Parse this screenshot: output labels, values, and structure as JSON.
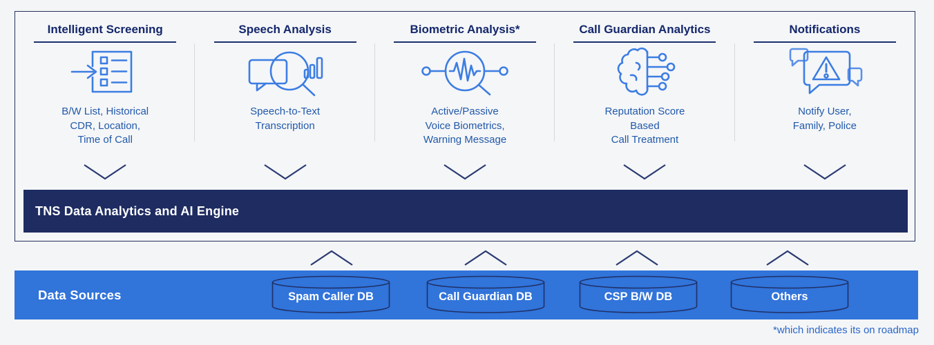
{
  "colors": {
    "page_background": "#F4F5F7",
    "panel_border_navy": "#24335F",
    "title_navy": "#13276B",
    "engine_bar_navy": "#1E2C61",
    "icon_blue": "#3C7DE2",
    "icon_light_blue": "#5B90E7",
    "body_text_blue": "#2159A9",
    "chevron_navy": "#2B3B72",
    "sources_bar_blue": "#3174DA",
    "cylinder_stroke_navy": "#1F3067",
    "footnote_blue": "#2A66C8"
  },
  "pipeline": {
    "columns": [
      {
        "title": "Intelligent Screening",
        "icon": "screening-list-icon",
        "description": "B/W List, Historical\nCDR, Location,\nTime of Call"
      },
      {
        "title": "Speech Analysis",
        "icon": "speech-to-text-icon",
        "description": "Speech-to-Text\nTranscription"
      },
      {
        "title": "Biometric Analysis*",
        "icon": "voice-biometrics-icon",
        "description": "Active/Passive\nVoice Biometrics,\nWarning Message"
      },
      {
        "title": "Call Guardian Analytics",
        "icon": "ai-brain-icon",
        "description": "Reputation Score\nBased\nCall Treatment"
      },
      {
        "title": "Notifications",
        "icon": "notification-alert-icon",
        "description": "Notify User,\nFamily, Police"
      }
    ],
    "engine_label": "TNS Data Analytics and AI Engine"
  },
  "data_sources": {
    "label": "Data Sources",
    "databases": [
      {
        "label": "Spam Caller DB"
      },
      {
        "label": "Call Guardian DB"
      },
      {
        "label": "CSP B/W DB"
      },
      {
        "label": "Others"
      }
    ]
  },
  "footnote": "*which indicates its on roadmap"
}
